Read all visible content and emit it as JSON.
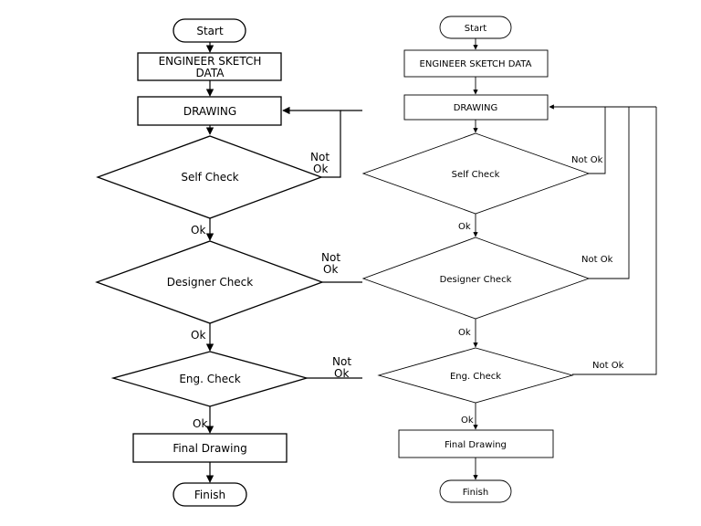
{
  "left_flow": {
    "start": "Start",
    "sketch_line1": "ENGINEER SKETCH",
    "sketch_line2": "DATA",
    "drawing": "DRAWING",
    "self_check": "Self Check",
    "designer_check": "Designer Check",
    "eng_check": "Eng. Check",
    "final_drawing": "Final Drawing",
    "finish": "Finish",
    "ok_1": "Ok",
    "ok_2": "Ok",
    "ok_3": "Ok",
    "not_ok_1a": "Not",
    "not_ok_1b": "Ok",
    "not_ok_2a": "Not",
    "not_ok_2b": "Ok",
    "not_ok_3a": "Not",
    "not_ok_3b": "Ok"
  },
  "right_flow": {
    "start": "Start",
    "sketch": "ENGINEER SKETCH DATA",
    "drawing": "DRAWING",
    "self_check": "Self Check",
    "designer_check": "Designer Check",
    "eng_check": "Eng. Check",
    "final_drawing": "Final Drawing",
    "finish": "Finish",
    "ok_1": "Ok",
    "ok_2": "Ok",
    "ok_3": "Ok",
    "not_ok_1": "Not Ok",
    "not_ok_2": "Not Ok",
    "not_ok_3": "Not Ok"
  }
}
